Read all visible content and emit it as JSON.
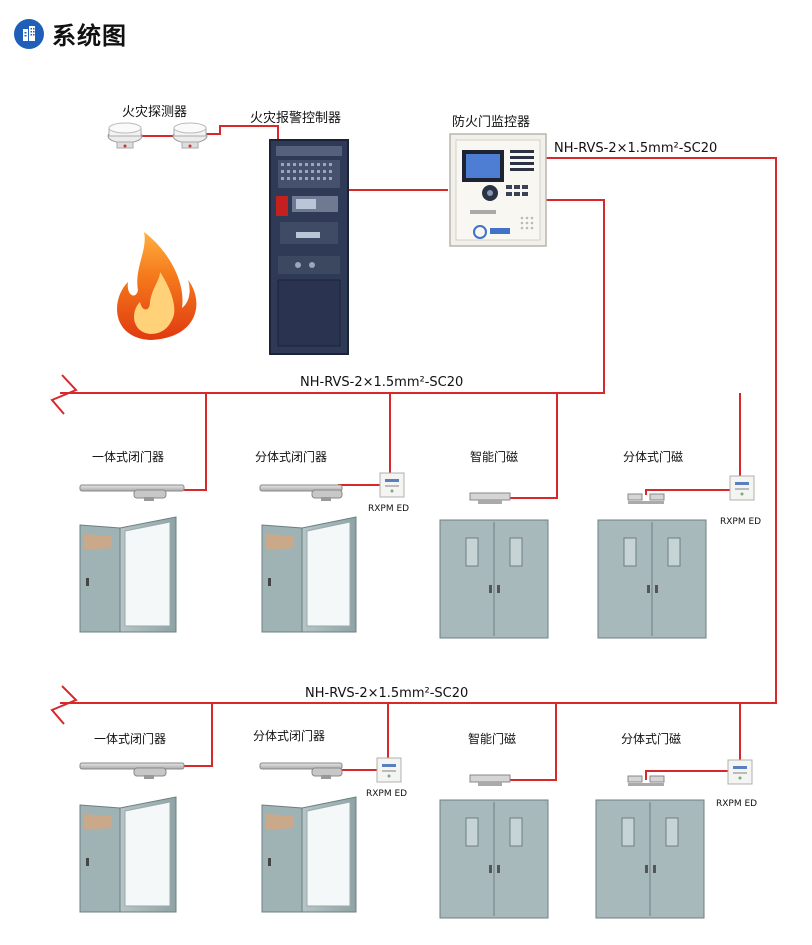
{
  "header": {
    "title": "系统图",
    "icon": "building-icon",
    "accent": "#1f5fb8"
  },
  "labels": {
    "detector": "火灾探测器",
    "alarm_controller": "火灾报警控制器",
    "door_monitor": "防火门监控器",
    "cable_top": "NH-RVS-2×1.5mm²-SC20",
    "bus1": "NH-RVS-2×1.5mm²-SC20",
    "bus2": "NH-RVS-2×1.5mm²-SC20"
  },
  "row1": {
    "integrated_closer": "一体式闭门器",
    "split_closer": "分体式闭门器",
    "smart_magnet": "智能门磁",
    "split_magnet": "分体式门磁",
    "rxpm1": "RXPM ED",
    "rxpm2": "RXPM ED"
  },
  "row2": {
    "integrated_closer": "一体式闭门器",
    "split_closer": "分体式闭门器",
    "smart_magnet": "智能门磁",
    "split_magnet": "分体式门磁",
    "rxpm1": "RXPM ED",
    "rxpm2": "RXPM ED"
  },
  "colors": {
    "wire": "#d8282c",
    "door": "#9fb2b4",
    "cabinet": "#3a4a6a"
  }
}
